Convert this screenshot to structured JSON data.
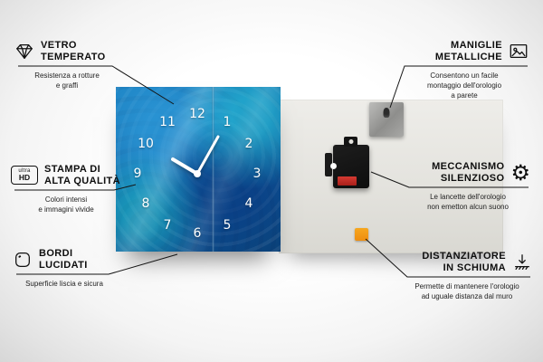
{
  "clock": {
    "numbers": [
      "12",
      "1",
      "2",
      "3",
      "4",
      "5",
      "6",
      "7",
      "8",
      "9",
      "10",
      "11"
    ]
  },
  "callouts": {
    "vetro": {
      "title": "VETRO\nTEMPERATO",
      "desc": "Resistenza a rotture\ne graffi",
      "icon": "diamond-icon"
    },
    "stampa": {
      "title": "STAMPA DI\nALTA QUALITÀ",
      "desc": "Colori intensi\ne immagini vivide",
      "icon": "ultra-hd-icon"
    },
    "bordi": {
      "title": "BORDI\nLUCIDATI",
      "desc": "Superficie liscia e sicura",
      "icon": "polished-edge-icon"
    },
    "maniglie": {
      "title": "MANIGLIE\nMETALLICHE",
      "desc": "Consentono un facile\nmontaggio dell'orologio\na parete",
      "icon": "picture-frame-icon"
    },
    "meccanismo": {
      "title": "MECCANISMO\nSILENZIOSO",
      "desc": "Le lancette dell'orologio\nnon emetton alcun suono",
      "icon": "gear-icon"
    },
    "distanziatore": {
      "title": "DISTANZIATORE\nIN SCHIUMA",
      "desc": "Permette di mantenere l'orologio\nad uguale distanza dal muro",
      "icon": "wall-spacer-icon"
    }
  },
  "badges": {
    "ultra_hd": {
      "line1": "ultra",
      "line2": "HD"
    }
  },
  "colors": {
    "panel_blue": "#1268a8",
    "accent_cyan": "#2cc2e0",
    "foam_orange": "#f29d1e",
    "back_panel": "#e4e3de",
    "line": "#141414"
  }
}
